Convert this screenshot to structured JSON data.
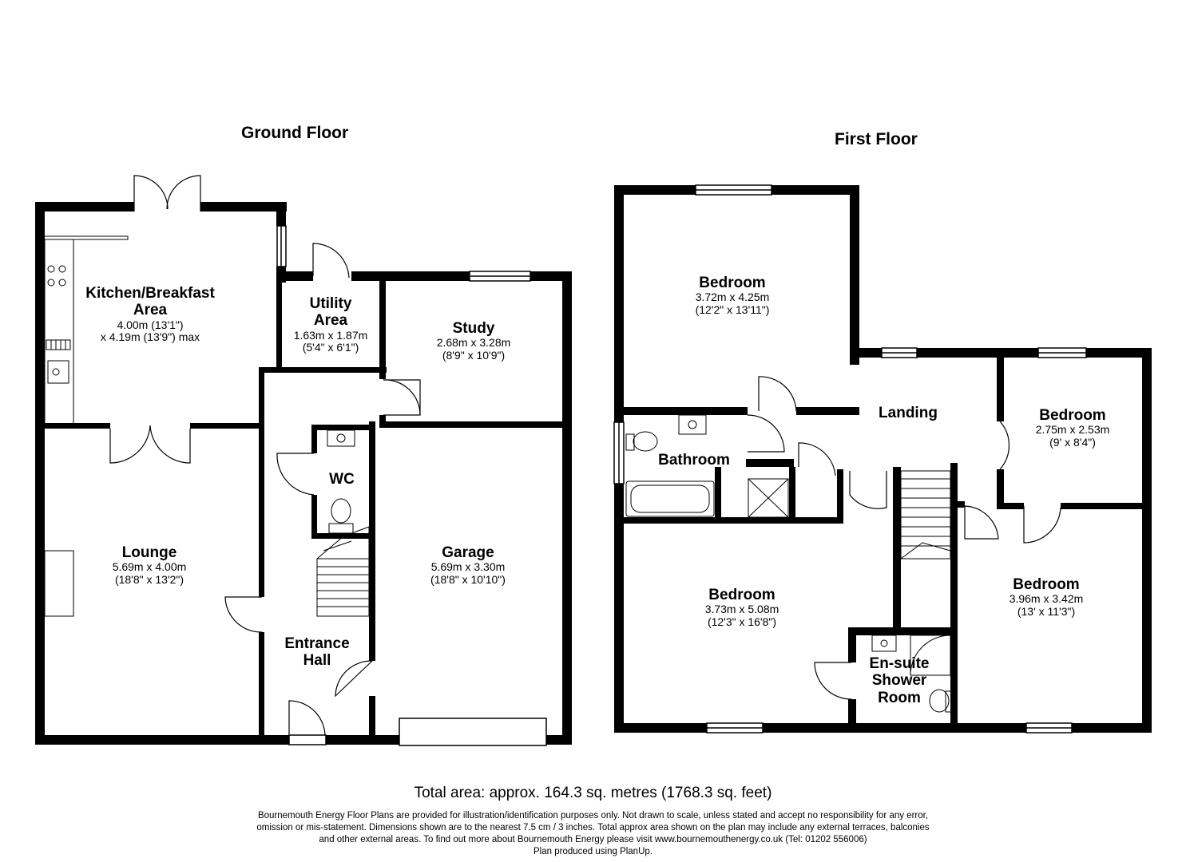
{
  "ground_floor": {
    "title": "Ground Floor",
    "rooms": {
      "kitchen": {
        "name_line1": "Kitchen/Breakfast",
        "name_line2": "Area",
        "dim_line1": "4.00m (13'1\")",
        "dim_line2": "x 4.19m (13'9\") max"
      },
      "utility": {
        "name_line1": "Utility",
        "name_line2": "Area",
        "dim_line1": "1.63m x 1.87m",
        "dim_line2": "(5'4\" x 6'1\")"
      },
      "study": {
        "name": "Study",
        "dim_line1": "2.68m x 3.28m",
        "dim_line2": "(8'9\" x 10'9\")"
      },
      "wc": {
        "name": "WC"
      },
      "lounge": {
        "name": "Lounge",
        "dim_line1": "5.69m x 4.00m",
        "dim_line2": "(18'8\" x 13'2\")"
      },
      "garage": {
        "name": "Garage",
        "dim_line1": "5.69m x 3.30m",
        "dim_line2": "(18'8\" x 10'10\")"
      },
      "hall": {
        "name_line1": "Entrance",
        "name_line2": "Hall"
      }
    }
  },
  "first_floor": {
    "title": "First Floor",
    "rooms": {
      "bedroom1": {
        "name": "Bedroom",
        "dim_line1": "3.72m x 4.25m",
        "dim_line2": "(12'2\" x 13'11\")"
      },
      "landing": {
        "name": "Landing"
      },
      "bedroom2": {
        "name": "Bedroom",
        "dim_line1": "2.75m x 2.53m",
        "dim_line2": "(9' x 8'4\")"
      },
      "bathroom": {
        "name": "Bathroom"
      },
      "bedroom3": {
        "name": "Bedroom",
        "dim_line1": "3.73m x 5.08m",
        "dim_line2": "(12'3\" x 16'8\")"
      },
      "bedroom4": {
        "name": "Bedroom",
        "dim_line1": "3.96m x 3.42m",
        "dim_line2": "(13' x 11'3\")"
      },
      "ensuite": {
        "name_line1": "En-suite",
        "name_line2": "Shower",
        "name_line3": "Room"
      }
    }
  },
  "total_area": "Total area: approx. 164.3 sq. metres (1768.3 sq. feet)",
  "disclaimer": {
    "line1": "Bournemouth Energy Floor Plans are provided for illustration/identification purposes only. Not drawn to scale, unless stated and accept no responsibility for any error,",
    "line2": "omission or mis-statement. Dimensions shown are to the nearest 7.5 cm / 3 inches. Total approx area shown on the plan may include any external terraces, balconies",
    "line3": "and other external areas. To find out more about Bournemouth Energy please visit www.bournemouthenergy.co.uk (Tel: 01202 556006)",
    "line4": "Plan produced using PlanUp."
  },
  "colors": {
    "wall": "#000000",
    "fixture": "#555555",
    "background": "#ffffff"
  }
}
